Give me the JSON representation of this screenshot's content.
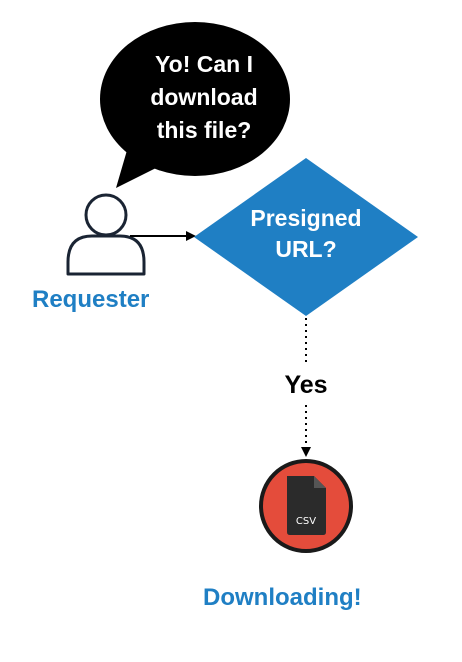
{
  "speech_bubble": {
    "lines": [
      "Yo! Can I",
      "download",
      "this file?"
    ]
  },
  "requester": {
    "label": "Requester",
    "icon": "person-icon"
  },
  "decision": {
    "lines": [
      "Presigned",
      "URL?"
    ]
  },
  "branch": {
    "label": "Yes"
  },
  "file": {
    "icon": "csv-file-icon",
    "type_label": "CSV"
  },
  "result": {
    "label": "Downloading!"
  },
  "colors": {
    "diamond": "#1f7fc4",
    "label_blue": "#1f7fc4",
    "file_circle": "#e44c3b",
    "file_icon": "#2b2b2b",
    "bubble": "#000000"
  }
}
